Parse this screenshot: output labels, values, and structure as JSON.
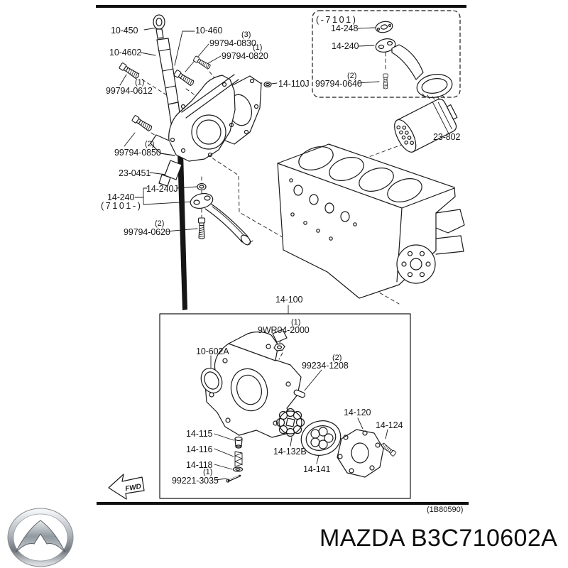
{
  "page": {
    "background": "#ffffff",
    "line_color": "#1a1a1a"
  },
  "diagram": {
    "fwd_arrow": "FWD",
    "sheet_ref": "(1B80590)",
    "inset_range_label": "(-7101)",
    "main_range_label": "(7101-)",
    "callouts": {
      "p10450": "10-450",
      "p10460": "10-460",
      "p104602": "10-4602",
      "p997940830": "99794-0830",
      "p997940820": "99794-0820",
      "p997940612": "99794-0612",
      "p997940850": "99794-0850",
      "p230451": "23-0451",
      "p14240J": "14-240J",
      "p14240_main": "14-240",
      "p997940620": "99794-0620",
      "p14110J": "14-110J",
      "p14248": "14-248",
      "p14240_inset": "14-240",
      "p997940640": "99794-0640",
      "p23802": "23-802",
      "p14100": "14-100",
      "p9WR042000": "9WR04-2000",
      "p10602A": "10-602A",
      "p992341208": "99234-1208",
      "p14115": "14-115",
      "p14116": "14-116",
      "p14118": "14-118",
      "p992213035": "99221-3035",
      "p14132B": "14-132B",
      "p14141": "14-141",
      "p14120": "14-120",
      "p14124": "14-124"
    },
    "quantities": {
      "q997940830": "(3)",
      "q997940820": "(1)",
      "q997940612": "(1)",
      "q997940850": "(2)",
      "q997940620": "(2)",
      "q997940640": "(2)",
      "q9WR042000": "(1)",
      "q992341208": "(2)",
      "q992213035": "(1)"
    },
    "icons": {
      "logo": "mazda-winged-m",
      "direction": "fwd-left-arrow"
    }
  },
  "footer": {
    "brand_text": "MAZDA",
    "catalog_code": "B3C710602A"
  }
}
